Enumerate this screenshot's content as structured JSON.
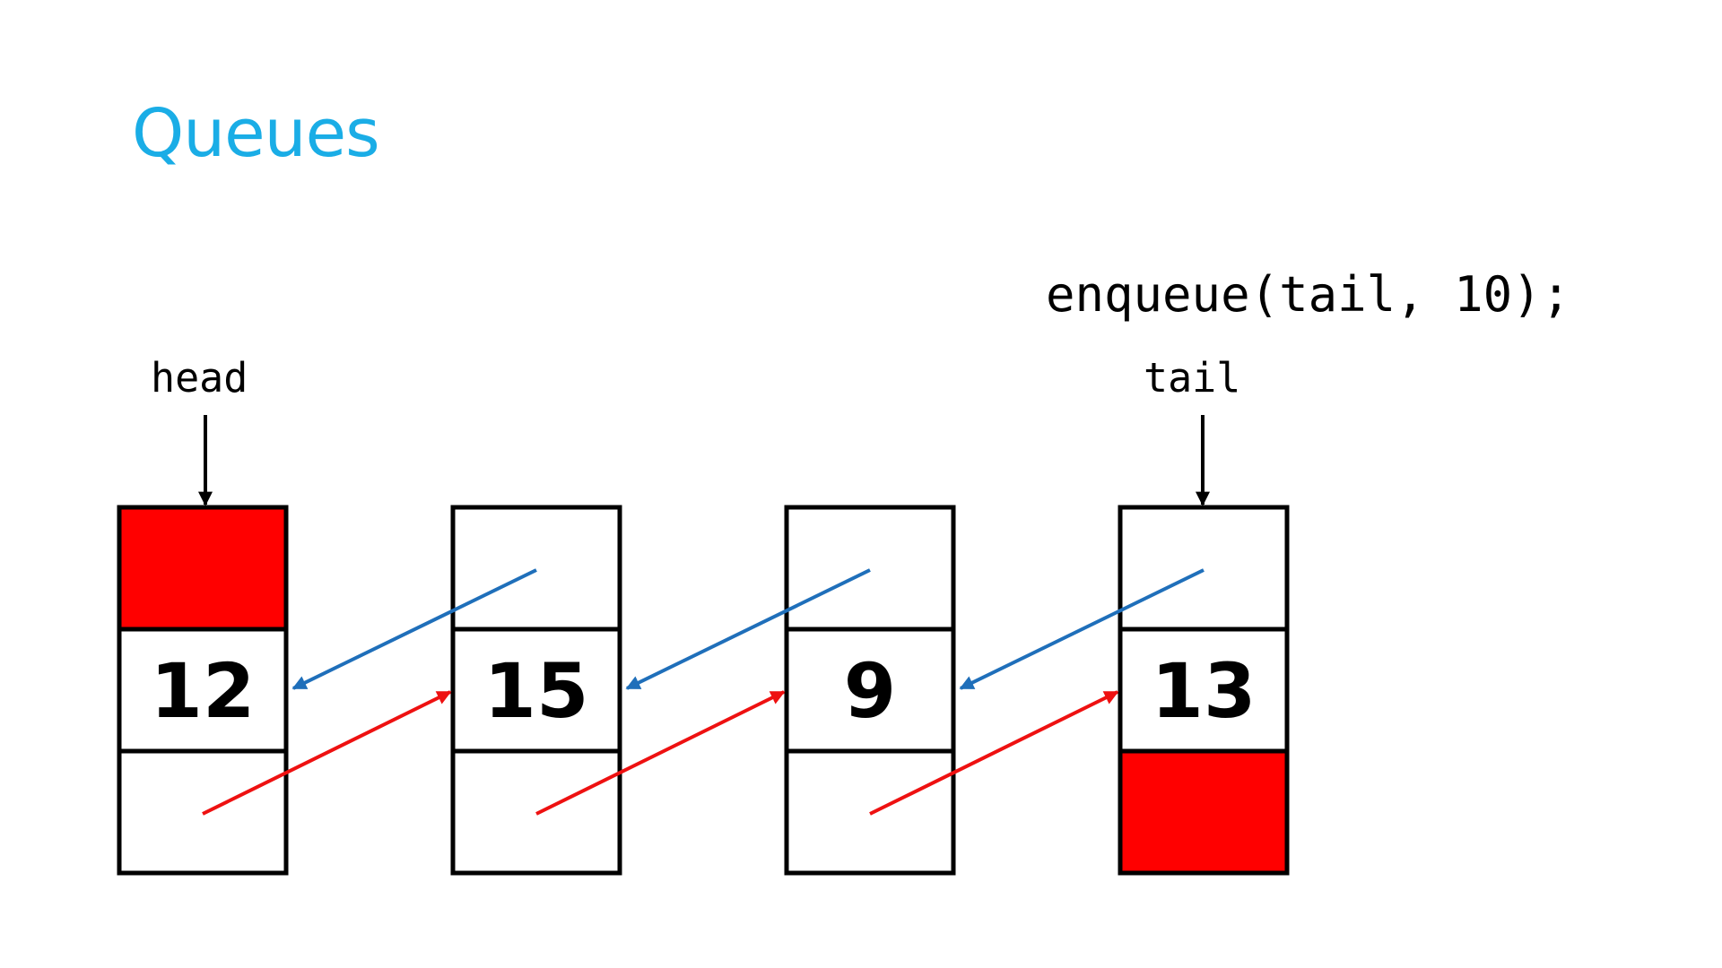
{
  "title": "Queues",
  "title_color": "#1AADE6",
  "code": "enqueue(tail, 10);",
  "head_label": "head",
  "tail_label": "tail",
  "colors": {
    "null_fill": "#FF0000",
    "prev_arrow": "#1F6FBA",
    "next_arrow": "#EE1111",
    "outline": "#000000"
  },
  "nodes": [
    {
      "value": "12",
      "prev_null": true,
      "next_null": false
    },
    {
      "value": "15",
      "prev_null": false,
      "next_null": false
    },
    {
      "value": "9",
      "prev_null": false,
      "next_null": false
    },
    {
      "value": "13",
      "prev_null": false,
      "next_null": true
    }
  ]
}
